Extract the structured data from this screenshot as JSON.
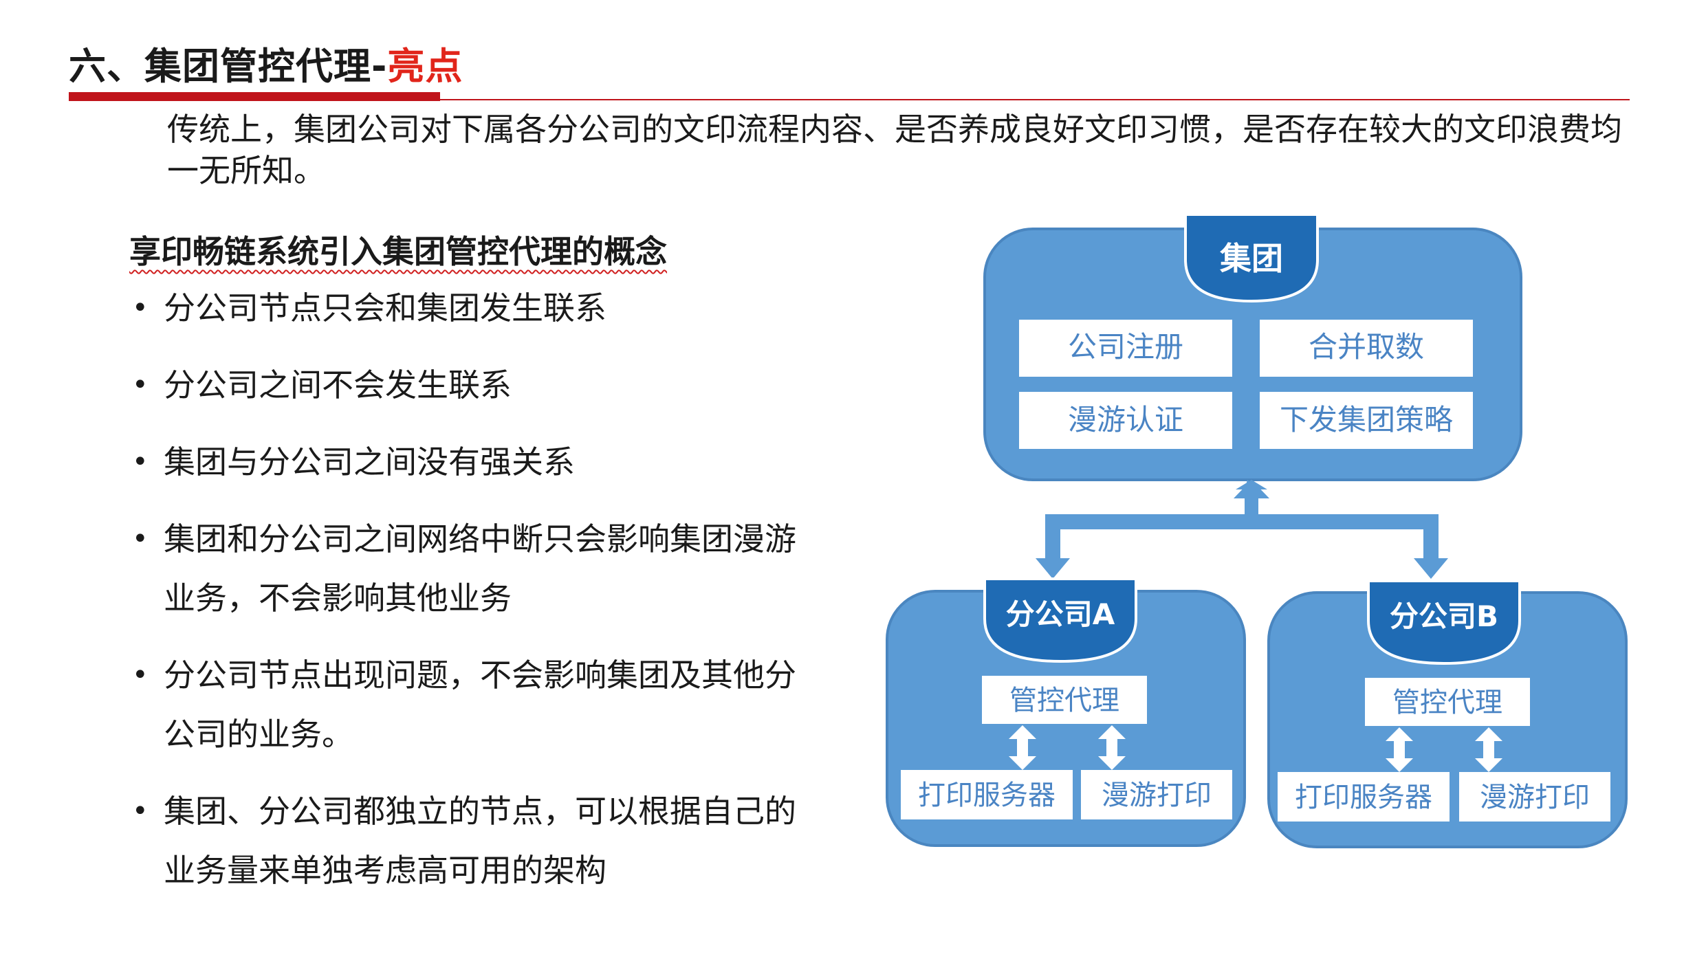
{
  "header": {
    "title_main": "六、集团管控代理-",
    "title_highlight": "亮点"
  },
  "intro": "传统上，集团公司对下属各分公司的文印流程内容、是否养成良好文印习惯，是否存在较大的文印浪费均一无所知。",
  "concept_heading": "享印畅链系统引入集团管控代理的概念",
  "bullets": [
    "分公司节点只会和集团发生联系",
    "分公司之间不会发生联系",
    "集团与分公司之间没有强关系",
    "集团和分公司之间网络中断只会影响集团漫游业务，不会影响其他业务",
    "分公司节点出现问题，不会影响集团及其他分公司的业务。",
    "集团、分公司都独立的节点，可以根据自己的业务量来单独考虑高可用的架构"
  ],
  "diagram": {
    "group": {
      "label": "集团",
      "items": [
        "公司注册",
        "合并取数",
        "漫游认证",
        "下发集团策略"
      ]
    },
    "branch_a": {
      "label": "分公司A",
      "proxy": "管控代理",
      "items": [
        "打印服务器",
        "漫游打印"
      ]
    },
    "branch_b": {
      "label": "分公司B",
      "proxy": "管控代理",
      "items": [
        "打印服务器",
        "漫游打印"
      ]
    },
    "colors": {
      "panel": "#5b9bd5",
      "panel_border": "#4a86c0",
      "header_tab": "#1f6bb4",
      "box": "#ffffff",
      "text": "#4a84c4"
    }
  }
}
